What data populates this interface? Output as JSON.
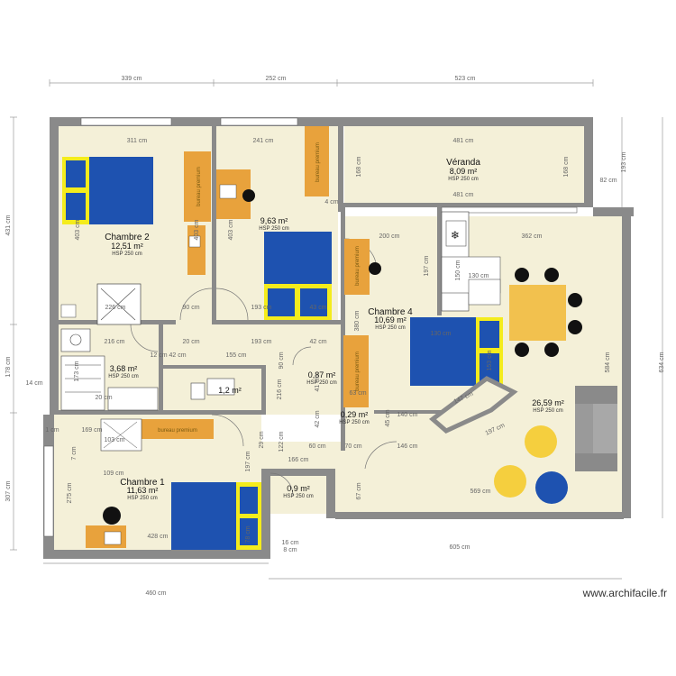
{
  "colors": {
    "wall": "#8a8a8a",
    "floor": "#f4f0d8",
    "bed_blue": "#1e52b0",
    "bed_yellow": "#f4ec1c",
    "desk": "#e8a23c",
    "table": "#f2c14e",
    "chair": "#111111",
    "sofa": "#9a9a9a",
    "pouf_yellow": "#f5cf3e",
    "pouf_blue": "#1e52b0",
    "dim_line": "#9a9a9a",
    "dim_text": "#666666"
  },
  "rooms": [
    {
      "id": "chambre2",
      "name": "Chambre 2",
      "area": "12,51 m²",
      "hsp": "HSP 250 cm"
    },
    {
      "id": "room963",
      "name": "",
      "area": "9,63 m²",
      "hsp": "HSP 250 cm"
    },
    {
      "id": "veranda",
      "name": "Véranda",
      "area": "8,09 m²",
      "hsp": "HSP 250 cm"
    },
    {
      "id": "chambre4",
      "name": "Chambre 4",
      "area": "10,69 m²",
      "hsp": "HSP 250 cm"
    },
    {
      "id": "bath",
      "name": "",
      "area": "3,68 m²",
      "hsp": "HSP 250 cm"
    },
    {
      "id": "hall",
      "name": "",
      "area": "0,87 m²",
      "hsp": "HSP 250 cm"
    },
    {
      "id": "wc",
      "name": "",
      "area": "0,29 m²",
      "hsp": "HSP 250 cm"
    },
    {
      "id": "living",
      "name": "",
      "area": "26,59 m²",
      "hsp": "HSP 250 cm"
    },
    {
      "id": "chambre1",
      "name": "Chambre 1",
      "area": "11,63 m²",
      "hsp": "HSP 250 cm"
    },
    {
      "id": "closet",
      "name": "",
      "area": "0,9 m²",
      "hsp": "HSP 250 cm"
    },
    {
      "id": "tiny",
      "name": "",
      "area": "1,2 m²",
      "hsp": ""
    }
  ],
  "dimensions": {
    "top": [
      "339 cm",
      "252 cm",
      "523 cm"
    ],
    "bottom": [
      "460 cm",
      "605 cm",
      "8 cm",
      "16 cm"
    ],
    "left": [
      "431 cm",
      "178 cm",
      "307 cm",
      "14 cm"
    ],
    "right": [
      "193 cm",
      "634 cm",
      "82 cm"
    ],
    "inner": [
      "311 cm",
      "241 cm",
      "481 cm",
      "481 cm",
      "168 cm",
      "168 cm",
      "403 cm",
      "403 cm",
      "403 cm",
      "4 cm",
      "200 cm",
      "362 cm",
      "197 cm",
      "226 cm",
      "90 cm",
      "193 cm",
      "43 cm",
      "216 cm",
      "20 cm",
      "193 cm",
      "42 cm",
      "12 cm",
      "42 cm",
      "155 cm",
      "380 cm",
      "130 cm",
      "150 cm",
      "130 cm",
      "153 cm",
      "584 cm",
      "147 cm",
      "197 cm",
      "140 cm",
      "45 cm",
      "63 cm",
      "216 cm",
      "90 cm",
      "41 cm",
      "42 cm",
      "60 cm",
      "70 cm",
      "146 cm",
      "122 cm",
      "166 cm",
      "169 cm",
      "1 cm",
      "7 cm",
      "109 cm",
      "275 cm",
      "197 cm",
      "78 cm",
      "428 cm",
      "67 cm",
      "569 cm",
      "173 cm",
      "20 cm",
      "103 cm",
      "29 cm"
    ]
  },
  "desk_labels": [
    "bureau premium",
    "bureau premium",
    "bureau premium",
    "bureau premium",
    "bureau premium"
  ],
  "watermark": "www.archifacile.fr"
}
